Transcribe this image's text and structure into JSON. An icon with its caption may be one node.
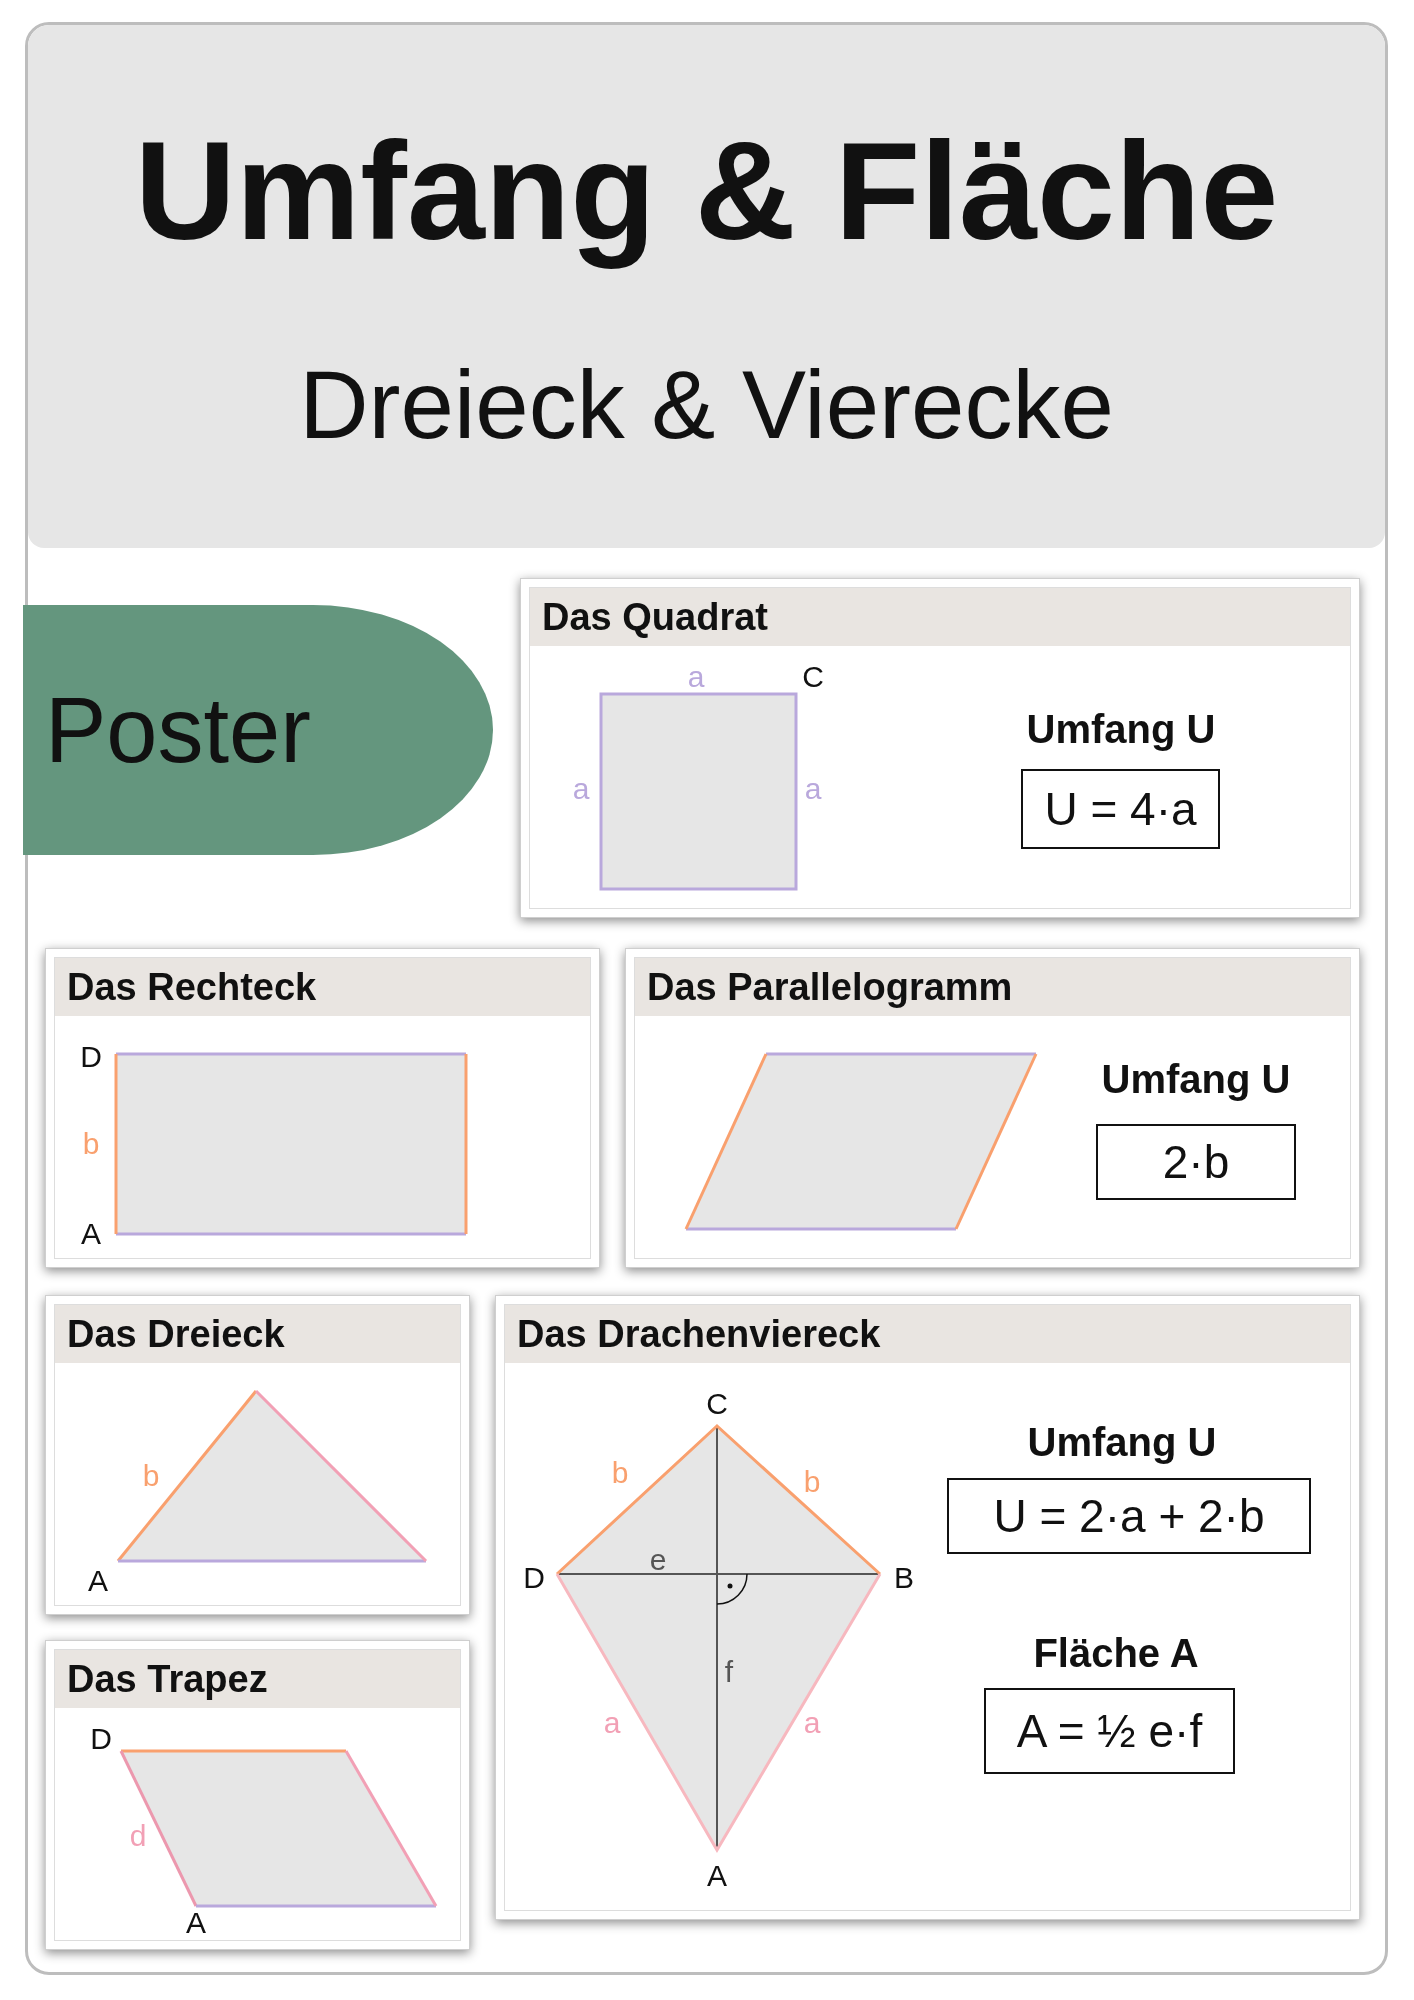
{
  "diagram": {
    "nodes": [
      {
        "text": [
          "Umfang & Fläche",
          "Dreieck & Vierecke"
        ]
      },
      {
        "text": [
          "Poster"
        ]
      },
      {
        "text": [
          "Das Quadrat",
          "Umfang U"
        ]
      },
      {
        "text": [
          "U = 4·a"
        ],
        "in": 2
      },
      {
        "text": [
          "Das Rechteck"
        ]
      },
      {
        "text": [
          "Das Parallelogramm",
          "Umfang U"
        ]
      },
      {
        "text": [
          "2·b"
        ],
        "in": 5
      },
      {
        "text": [
          "Das Dreieck"
        ]
      },
      {
        "text": [
          "Das Trapez"
        ]
      },
      {
        "text": [
          "Das Drachenviereck",
          "Umfang U",
          "Fläche A"
        ]
      },
      {
        "text": [
          "U = 2·a + 2·b"
        ],
        "in": 9
      },
      {
        "text": [
          "A = ½ e·f"
        ],
        "in": 9
      }
    ],
    "labels": [
      "a",
      "C",
      "a",
      "a",
      "D",
      "b",
      "A",
      "b",
      "A",
      "D",
      "d",
      "A",
      "C",
      "b",
      "b",
      "D",
      "e",
      "B",
      "f",
      "a",
      "a",
      "A"
    ]
  }
}
